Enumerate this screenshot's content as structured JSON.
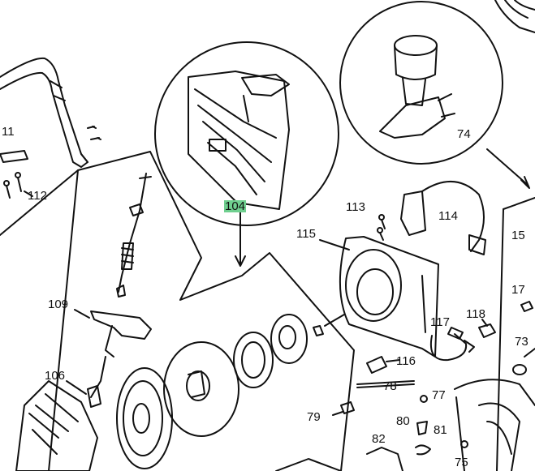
{
  "labels": {
    "p11": "11",
    "p112": "112",
    "p104": "104",
    "p74": "74",
    "p113": "113",
    "p114": "114",
    "p115": "115",
    "p15": "15",
    "p17": "17",
    "p109": "109",
    "p117": "117",
    "p118": "118",
    "p73": "73",
    "p116": "116",
    "p106": "106",
    "p78": "78",
    "p77": "77",
    "p79": "79",
    "p80": "80",
    "p81": "81",
    "p82": "82",
    "p75": "75"
  },
  "colors": {
    "line": "#111111",
    "highlight": "#6fcf8f",
    "background": "#ffffff"
  }
}
